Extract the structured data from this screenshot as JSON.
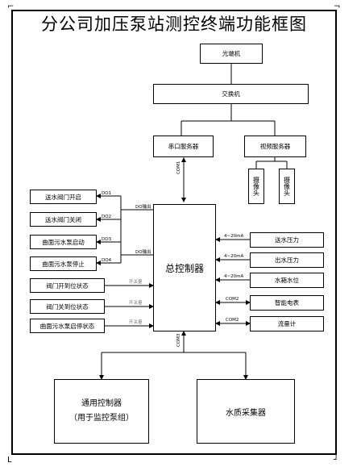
{
  "title": "分公司加压泵站测控终端功能框图",
  "nodes": {
    "optical": "光端机",
    "switch": "交换机",
    "serial_server": "串口服务器",
    "video_server": "视频服务器",
    "camera_1": "摄像头",
    "camera_2": "摄像头",
    "main_controller": "总控制器",
    "general_controller_line1": "通用控制器",
    "general_controller_line2": "（用于监控泵组）",
    "water_quality": "水质采集器"
  },
  "outputs": [
    {
      "label": "送水阀门开启",
      "signal": "DO1"
    },
    {
      "label": "送水阀门关闭",
      "signal": "DO2"
    },
    {
      "label": "曲面污水泵启动",
      "signal": "DO3"
    },
    {
      "label": "曲面污水泵停止",
      "signal": "DO4"
    }
  ],
  "inputs_left": [
    {
      "label": "阀门开到位状态",
      "signal": "开关量"
    },
    {
      "label": "阀门关到位状态",
      "signal": "开关量"
    },
    {
      "label": "曲面污水泵启停状态",
      "signal": "开关量"
    }
  ],
  "inputs_right": [
    {
      "label": "送水压力",
      "signal": "4~20mA"
    },
    {
      "label": "出水压力",
      "signal": "4~20mA"
    },
    {
      "label": "水箱水位",
      "signal": "4~20mA"
    },
    {
      "label": "智能电表",
      "signal": "COM2"
    },
    {
      "label": "流量计",
      "signal": "COM2"
    }
  ],
  "links": {
    "serial_com": "COM1",
    "do_bus": "DO输出",
    "di_bus": "DO输出",
    "bottom_com": "COM3"
  }
}
